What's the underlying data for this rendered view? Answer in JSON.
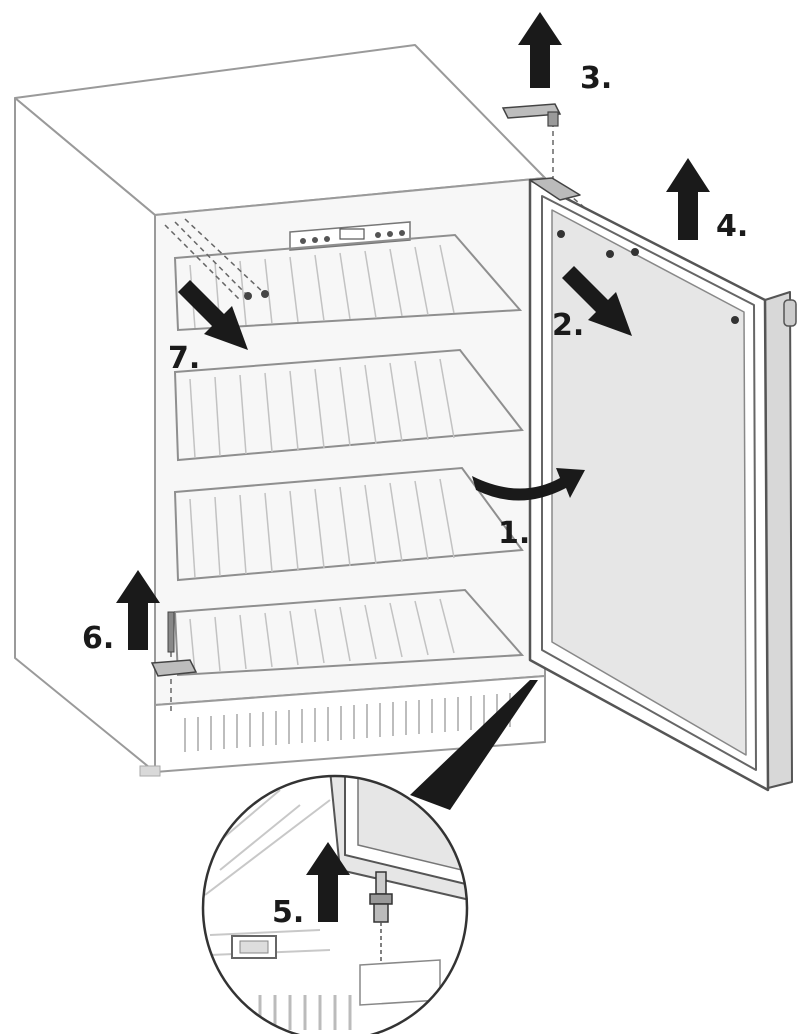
{
  "diagram": {
    "colors": {
      "line": "#555555",
      "light_line": "#b5b5b5",
      "arrow": "#1a1a1a",
      "door_panel": "#e6e6e6",
      "background": "#ffffff"
    },
    "steps": [
      {
        "id": "1",
        "label": "1."
      },
      {
        "id": "2",
        "label": "2."
      },
      {
        "id": "3",
        "label": "3."
      },
      {
        "id": "4",
        "label": "4."
      },
      {
        "id": "5",
        "label": "5."
      },
      {
        "id": "6",
        "label": "6."
      },
      {
        "id": "7",
        "label": "7."
      }
    ]
  }
}
